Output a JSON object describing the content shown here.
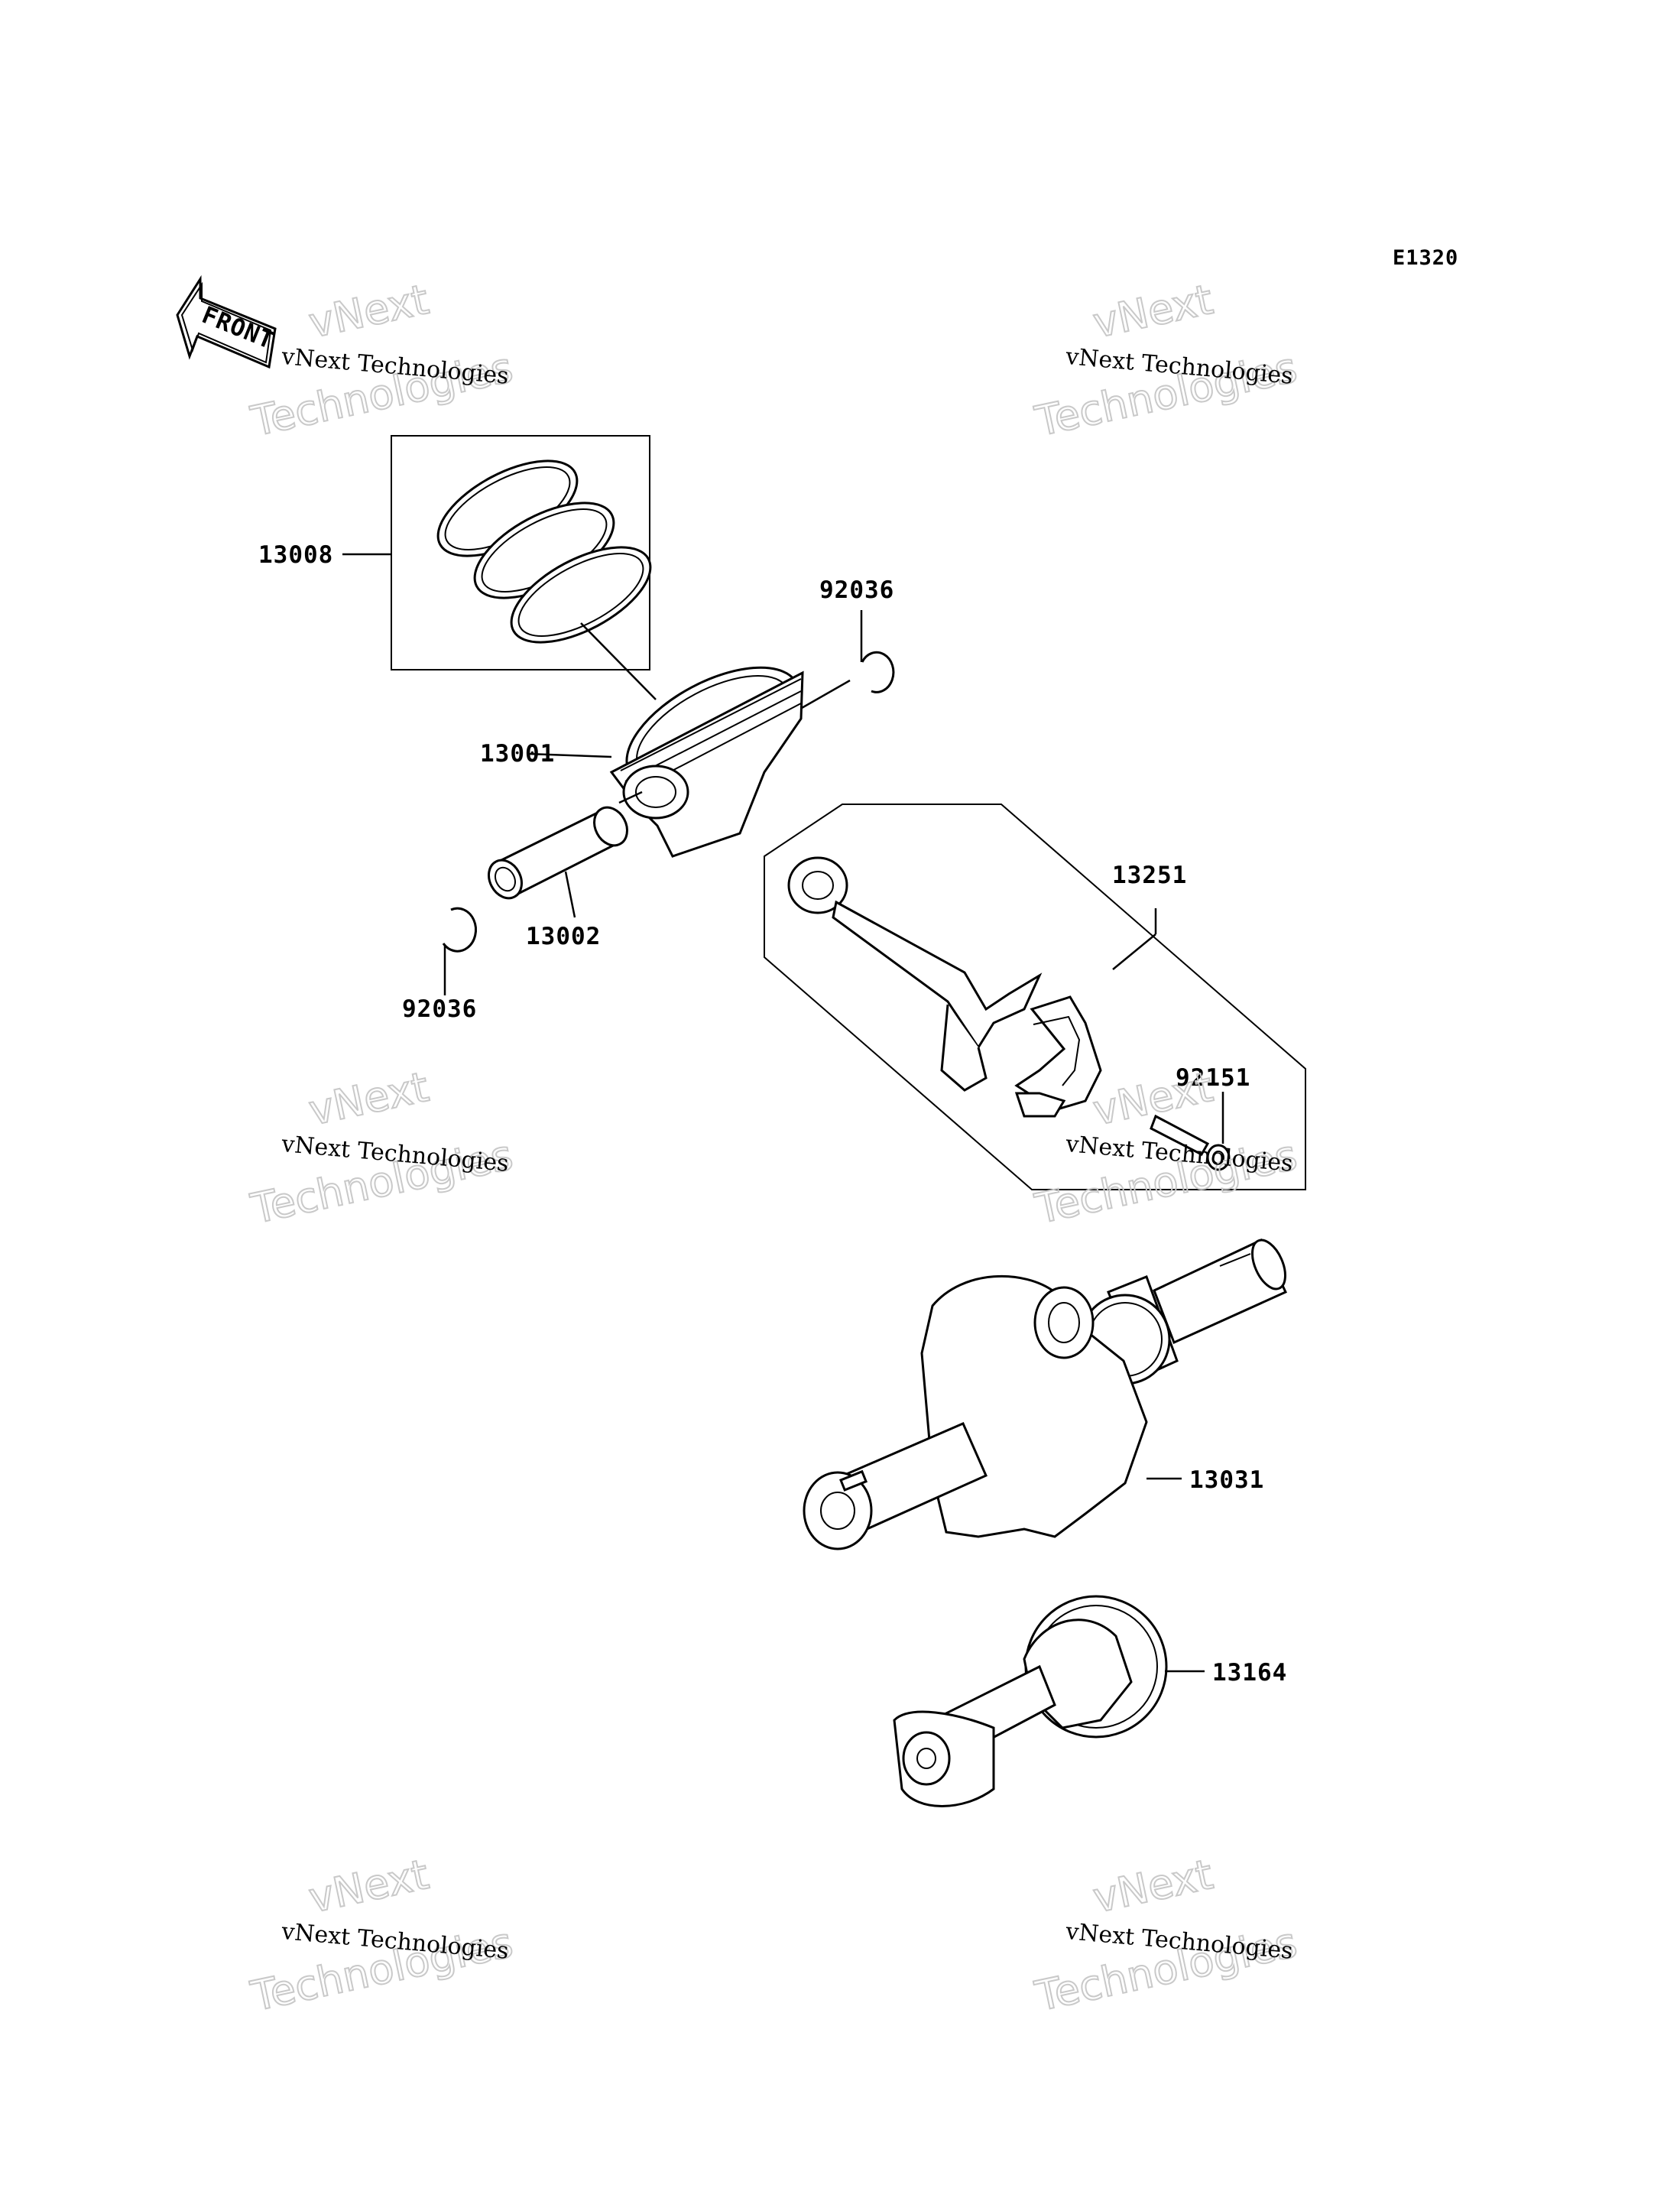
{
  "diagram": {
    "code": "E1320",
    "front_arrow_label": "FRONT",
    "parts": [
      {
        "number": "13008",
        "name": "piston-rings"
      },
      {
        "number": "92036",
        "name": "circlip-upper"
      },
      {
        "number": "13001",
        "name": "piston"
      },
      {
        "number": "13002",
        "name": "piston-pin"
      },
      {
        "number": "92036",
        "name": "circlip-lower"
      },
      {
        "number": "13251",
        "name": "connecting-rod"
      },
      {
        "number": "92151",
        "name": "bolt"
      },
      {
        "number": "13031",
        "name": "crankshaft"
      },
      {
        "number": "13164",
        "name": "balancer-shaft"
      }
    ]
  },
  "watermark": {
    "line1": "vNext Technologies",
    "line2": "vNext",
    "line3": "Technologies"
  }
}
